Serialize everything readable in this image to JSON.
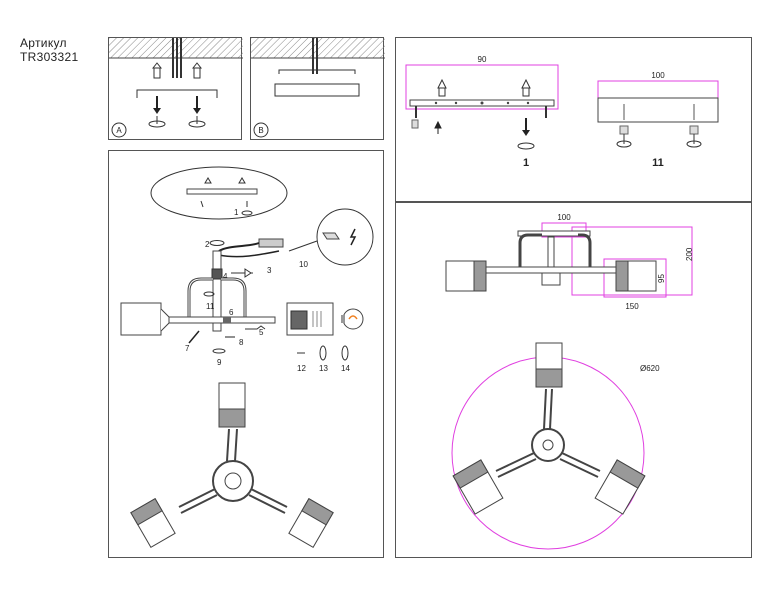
{
  "article": {
    "label": "Артикул",
    "code": "TR303321"
  },
  "panels": {
    "a": {
      "label": "A"
    },
    "b": {
      "label": "B"
    },
    "mount": {
      "width_label": "90",
      "part_label": "1"
    },
    "plate": {
      "width_label": "100",
      "part_label": "11"
    },
    "assembly": {
      "parts": [
        "1",
        "2",
        "3",
        "4",
        "5",
        "6",
        "7",
        "8",
        "9",
        "10",
        "11",
        "12",
        "13",
        "14"
      ]
    },
    "dimensions": {
      "top_width": "100",
      "height": "200",
      "shade_height": "95",
      "shade_width": "150",
      "diameter": "Ø620"
    }
  },
  "colors": {
    "dimension_line": "#e040e0",
    "outline": "#444444"
  }
}
